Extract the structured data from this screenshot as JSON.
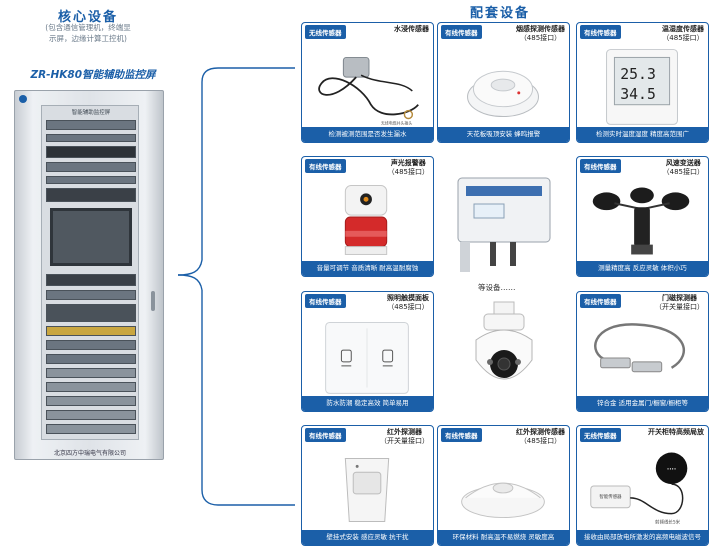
{
  "core": {
    "title": "核心设备",
    "subtitle_line1": "(包含通信管理机，终端显",
    "subtitle_line2": "示屏，边缘计算工控机)",
    "cabinet_title": "ZR-HK80智能辅助监控屏",
    "cabinet_label": "智能辅助监控屏",
    "company": "北京四方中瑞电气有限公司"
  },
  "matching_title": "配套设备",
  "etc_label": "等设备……",
  "cards": [
    {
      "tag": "无线传感器",
      "name": "水浸传感器",
      "sub": "",
      "caption": "检测被测范围是否发生漏水",
      "icon": "water-leak-sensor-icon",
      "note": "无线电缆并头插头"
    },
    {
      "tag": "有线传感器",
      "name": "烟感探测传感器",
      "sub": "（485接口）",
      "caption": "天花板吸顶安装  蜂鸣报警",
      "icon": "smoke-detector-icon"
    },
    {
      "tag": "有线传感器",
      "name": "温湿度传感器",
      "sub": "（485接口）",
      "caption": "检测实时温度湿度  精度高范围广",
      "icon": "temperature-humidity-sensor-icon",
      "temp": "25.3",
      "hum": "34.5"
    },
    {
      "tag": "有线传感器",
      "name": "声光报警器",
      "sub": "（485接口）",
      "caption": "音量可调节  音质清晰  耐高温耐腐蚀",
      "icon": "alarm-siren-icon"
    },
    {
      "tag": "有线传感器",
      "name": "风速变送器",
      "sub": "（485接口）",
      "caption": "测量精度高  反应灵敏  体积小巧",
      "icon": "anemometer-icon"
    },
    {
      "tag": "有线传感器",
      "name": "照明触摸面板",
      "sub": "（485接口）",
      "caption": "防水防潮  稳定高效  简单易用",
      "icon": "touch-panel-icon"
    },
    {
      "tag": "有线传感器",
      "name": "门磁探测器",
      "sub": "（开关量接口）",
      "caption": "锌合金  适用金属门/橱窗/橱柜等",
      "icon": "door-magnet-icon"
    },
    {
      "tag": "有线传感器",
      "name": "红外探测器",
      "sub": "（开关量接口）",
      "caption": "壁挂式安装  感应灵敏  抗干扰",
      "icon": "pir-detector-icon"
    },
    {
      "tag": "有线传感器",
      "name": "红外探测传感器",
      "sub": "（485接口）",
      "caption": "环保材料  耐高温不易燃烧  灵敏度高",
      "icon": "ceiling-ir-sensor-icon"
    },
    {
      "tag": "无线传感器",
      "name": "开关柜特高频局放",
      "sub": "",
      "caption": "接收由局部放电所激发的高频电磁波信号",
      "icon": "uhf-partial-discharge-icon",
      "note": "智能传感器",
      "note2": "射频线长5米"
    }
  ],
  "colors": {
    "brand": "#1b5fa8"
  }
}
